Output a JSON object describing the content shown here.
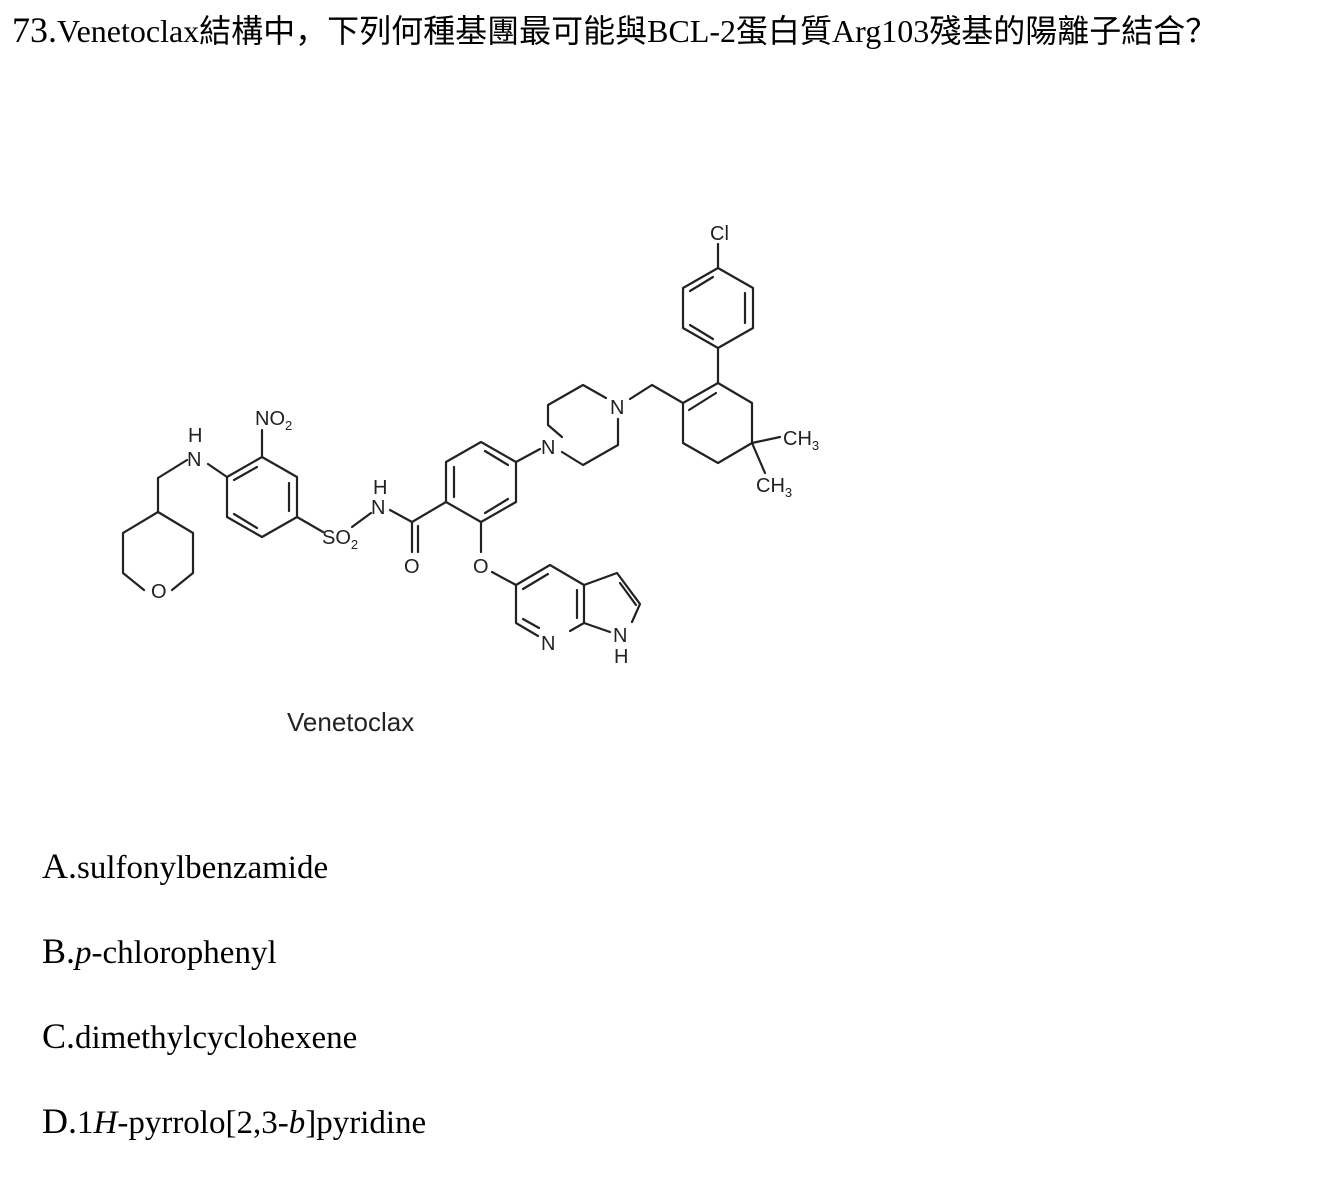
{
  "question": {
    "number": "73.",
    "text": "Venetoclax結構中，下列何種基團最可能與BCL-2蛋白質Arg103殘基的陽離子結合？"
  },
  "structure": {
    "caption": "Venetoclax",
    "labels": {
      "cl": "Cl",
      "no2": "NO",
      "no2_sub": "2",
      "nh_amine": "H",
      "n_amine": "N",
      "o_oxane": "O",
      "so2": "SO",
      "so2_sub": "2",
      "nh_amide_h": "H",
      "nh_amide_n": "N",
      "o_carbonyl": "O",
      "o_ether": "O",
      "n_pip1": "N",
      "n_pip2": "N",
      "ch3_1": "CH",
      "ch3_1_sub": "3",
      "ch3_2": "CH",
      "ch3_2_sub": "3",
      "n_pyridine": "N",
      "n_pyrrole": "N",
      "h_pyrrole": "H"
    }
  },
  "options": [
    {
      "letter": "A.",
      "pre": "sulfonylbenzamide",
      "italic": "",
      "post": "",
      "italic2": "",
      "post2": ""
    },
    {
      "letter": "B.",
      "pre": "",
      "italic": "p",
      "post": "-chlorophenyl",
      "italic2": "",
      "post2": ""
    },
    {
      "letter": "C.",
      "pre": "dimethylcyclohexene",
      "italic": "",
      "post": "",
      "italic2": "",
      "post2": ""
    },
    {
      "letter": "D.",
      "pre": "1",
      "italic": "H",
      "post": "-pyrrolo[2,3-",
      "italic2": "b",
      "post2": "]pyridine"
    }
  ]
}
